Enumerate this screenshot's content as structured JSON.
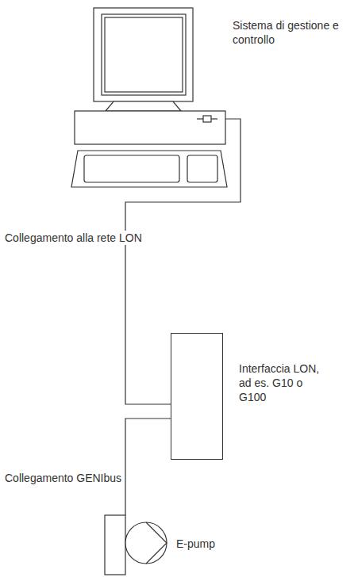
{
  "diagram": {
    "nodes": [
      {
        "text": [
          "Sistema di gestione e controllo"
        ]
      },
      {
        "text": [
          "Interfaccia LON, ad es. G10 o G100"
        ]
      },
      {
        "text": [
          "E-pump"
        ]
      }
    ],
    "edges": [
      {
        "from": 0,
        "to": 1,
        "arrow": "none",
        "label": "Collegamento alla rete LON"
      },
      {
        "from": 1,
        "to": 2,
        "arrow": "none",
        "label": "Collegamento GENIbus"
      }
    ]
  }
}
